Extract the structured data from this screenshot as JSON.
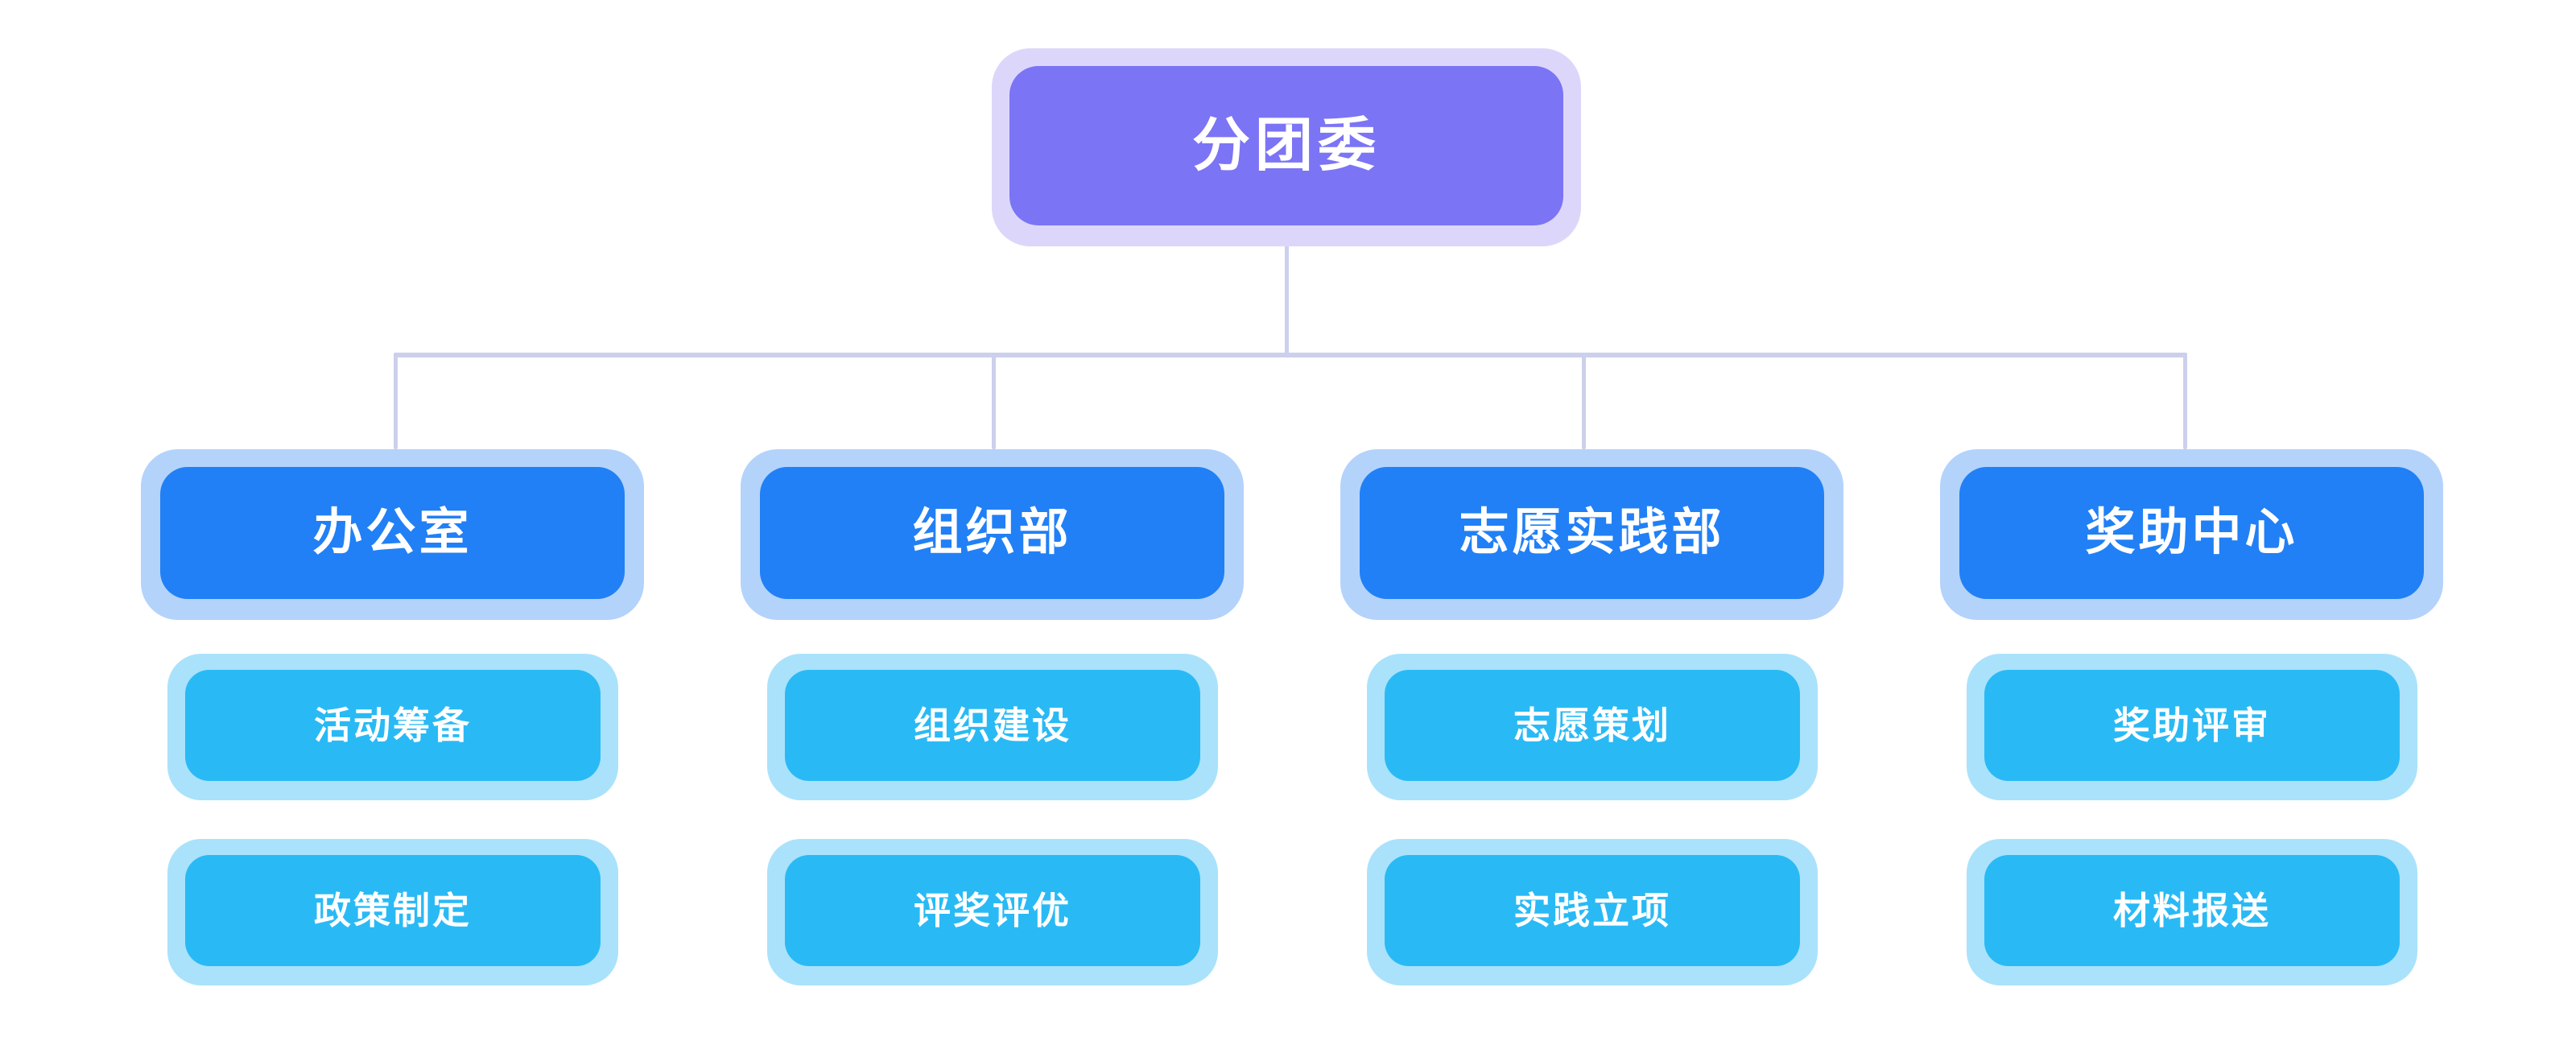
{
  "diagram": {
    "type": "organization-chart",
    "orientation": "top-down",
    "background_color": "#ffffff",
    "connector_color": "#ccd0ec",
    "levels": 3
  },
  "root": {
    "label": "分团委",
    "fill_color": "#7b74f5",
    "halo_color": "#dcd7fa",
    "text_color": "#ffffff"
  },
  "departments": [
    {
      "label": "办公室",
      "fill_color": "#2180f5",
      "halo_color": "#b4d3fb",
      "text_color": "#ffffff",
      "children": [
        {
          "label": "活动筹备",
          "fill_color": "#29baf5",
          "halo_color": "#aae2fb",
          "text_color": "#ffffff"
        },
        {
          "label": "政策制定",
          "fill_color": "#29baf5",
          "halo_color": "#aae2fb",
          "text_color": "#ffffff"
        }
      ]
    },
    {
      "label": "组织部",
      "fill_color": "#2180f5",
      "halo_color": "#b4d3fb",
      "text_color": "#ffffff",
      "children": [
        {
          "label": "组织建设",
          "fill_color": "#29baf5",
          "halo_color": "#aae2fb",
          "text_color": "#ffffff"
        },
        {
          "label": "评奖评优",
          "fill_color": "#29baf5",
          "halo_color": "#aae2fb",
          "text_color": "#ffffff"
        }
      ]
    },
    {
      "label": "志愿实践部",
      "fill_color": "#2180f5",
      "halo_color": "#b4d3fb",
      "text_color": "#ffffff",
      "children": [
        {
          "label": "志愿策划",
          "fill_color": "#29baf5",
          "halo_color": "#aae2fb",
          "text_color": "#ffffff"
        },
        {
          "label": "实践立项",
          "fill_color": "#29baf5",
          "halo_color": "#aae2fb",
          "text_color": "#ffffff"
        }
      ]
    },
    {
      "label": "奖助中心",
      "fill_color": "#2180f5",
      "halo_color": "#b4d3fb",
      "text_color": "#ffffff",
      "children": [
        {
          "label": "奖助评审",
          "fill_color": "#29baf5",
          "halo_color": "#aae2fb",
          "text_color": "#ffffff"
        },
        {
          "label": "材料报送",
          "fill_color": "#29baf5",
          "halo_color": "#aae2fb",
          "text_color": "#ffffff"
        }
      ]
    }
  ]
}
